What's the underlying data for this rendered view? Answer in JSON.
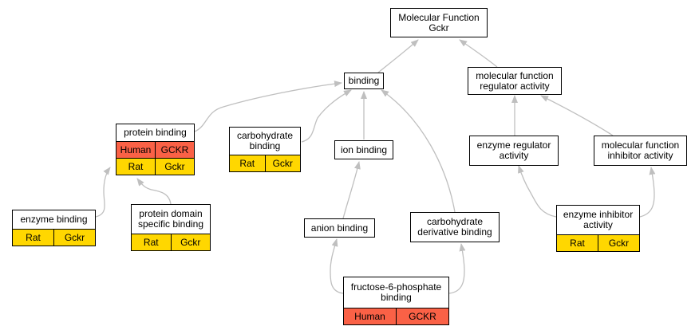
{
  "colors": {
    "human_row": "#fa6146",
    "rat_row": "#ffd700",
    "edge": "#bfbfbf",
    "border": "#000000"
  },
  "nodes": {
    "molecular_function": {
      "title": "Molecular Function\nGckr"
    },
    "binding": {
      "title": "binding"
    },
    "mf_regulator": {
      "title": "molecular function\nregulator activity"
    },
    "protein_binding": {
      "title": "protein binding",
      "rows": [
        {
          "species": "Human",
          "gene": "GCKR"
        },
        {
          "species": "Rat",
          "gene": "Gckr"
        }
      ]
    },
    "carbohydrate_binding": {
      "title": "carbohydrate\nbinding",
      "rows": [
        {
          "species": "Rat",
          "gene": "Gckr"
        }
      ]
    },
    "ion_binding": {
      "title": "ion binding"
    },
    "enzyme_regulator": {
      "title": "enzyme regulator\nactivity"
    },
    "mf_inhibitor": {
      "title": "molecular function\ninhibitor activity"
    },
    "enzyme_binding": {
      "title": "enzyme binding",
      "rows": [
        {
          "species": "Rat",
          "gene": "Gckr"
        }
      ]
    },
    "protein_domain_binding": {
      "title": "protein domain\nspecific binding",
      "rows": [
        {
          "species": "Rat",
          "gene": "Gckr"
        }
      ]
    },
    "anion_binding": {
      "title": "anion binding"
    },
    "carb_derivative_binding": {
      "title": "carbohydrate\nderivative binding"
    },
    "enzyme_inhibitor": {
      "title": "enzyme inhibitor\nactivity",
      "rows": [
        {
          "species": "Rat",
          "gene": "Gckr"
        }
      ]
    },
    "f6p_binding": {
      "title": "fructose-6-phosphate\nbinding",
      "rows": [
        {
          "species": "Human",
          "gene": "GCKR"
        }
      ]
    }
  }
}
